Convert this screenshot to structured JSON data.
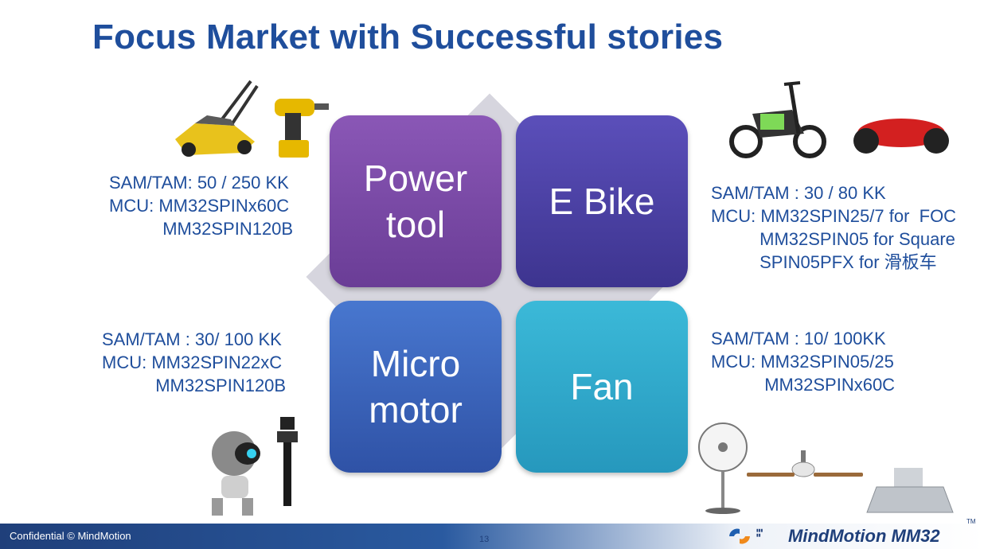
{
  "title": "Focus Market with Successful stories",
  "quadrants": {
    "power_tool": {
      "label_line1": "Power",
      "label_line2": "tool",
      "info": "SAM/TAM: 50 / 250 KK\nMCU: MM32SPINx60C\n           MM32SPIN120B"
    },
    "ebike": {
      "label": "E Bike",
      "info": "SAM/TAM : 30 / 80 KK\nMCU: MM32SPIN25/7 for  FOC\n          MM32SPIN05 for Square\n          SPIN05PFX for 滑板车"
    },
    "micro_motor": {
      "label_line1": "Micro",
      "label_line2": "motor",
      "info": "SAM/TAM : 30/ 100 KK\nMCU: MM32SPIN22xC\n           MM32SPIN120B"
    },
    "fan": {
      "label": "Fan",
      "info": "SAM/TAM : 10/ 100KK\nMCU: MM32SPIN05/25\n           MM32SPINx60C"
    }
  },
  "footer": {
    "confidential": "Confidential © MindMotion",
    "page_number": "13",
    "brand": "MindMotion MM32",
    "tm": "TM"
  },
  "colors": {
    "title": "#1f4e9c",
    "power_tool": "#7a4aa8",
    "ebike": "#4a40a6",
    "micro_motor": "#3b64bd",
    "fan": "#30a9cb",
    "diamond": "#d6d5de"
  }
}
